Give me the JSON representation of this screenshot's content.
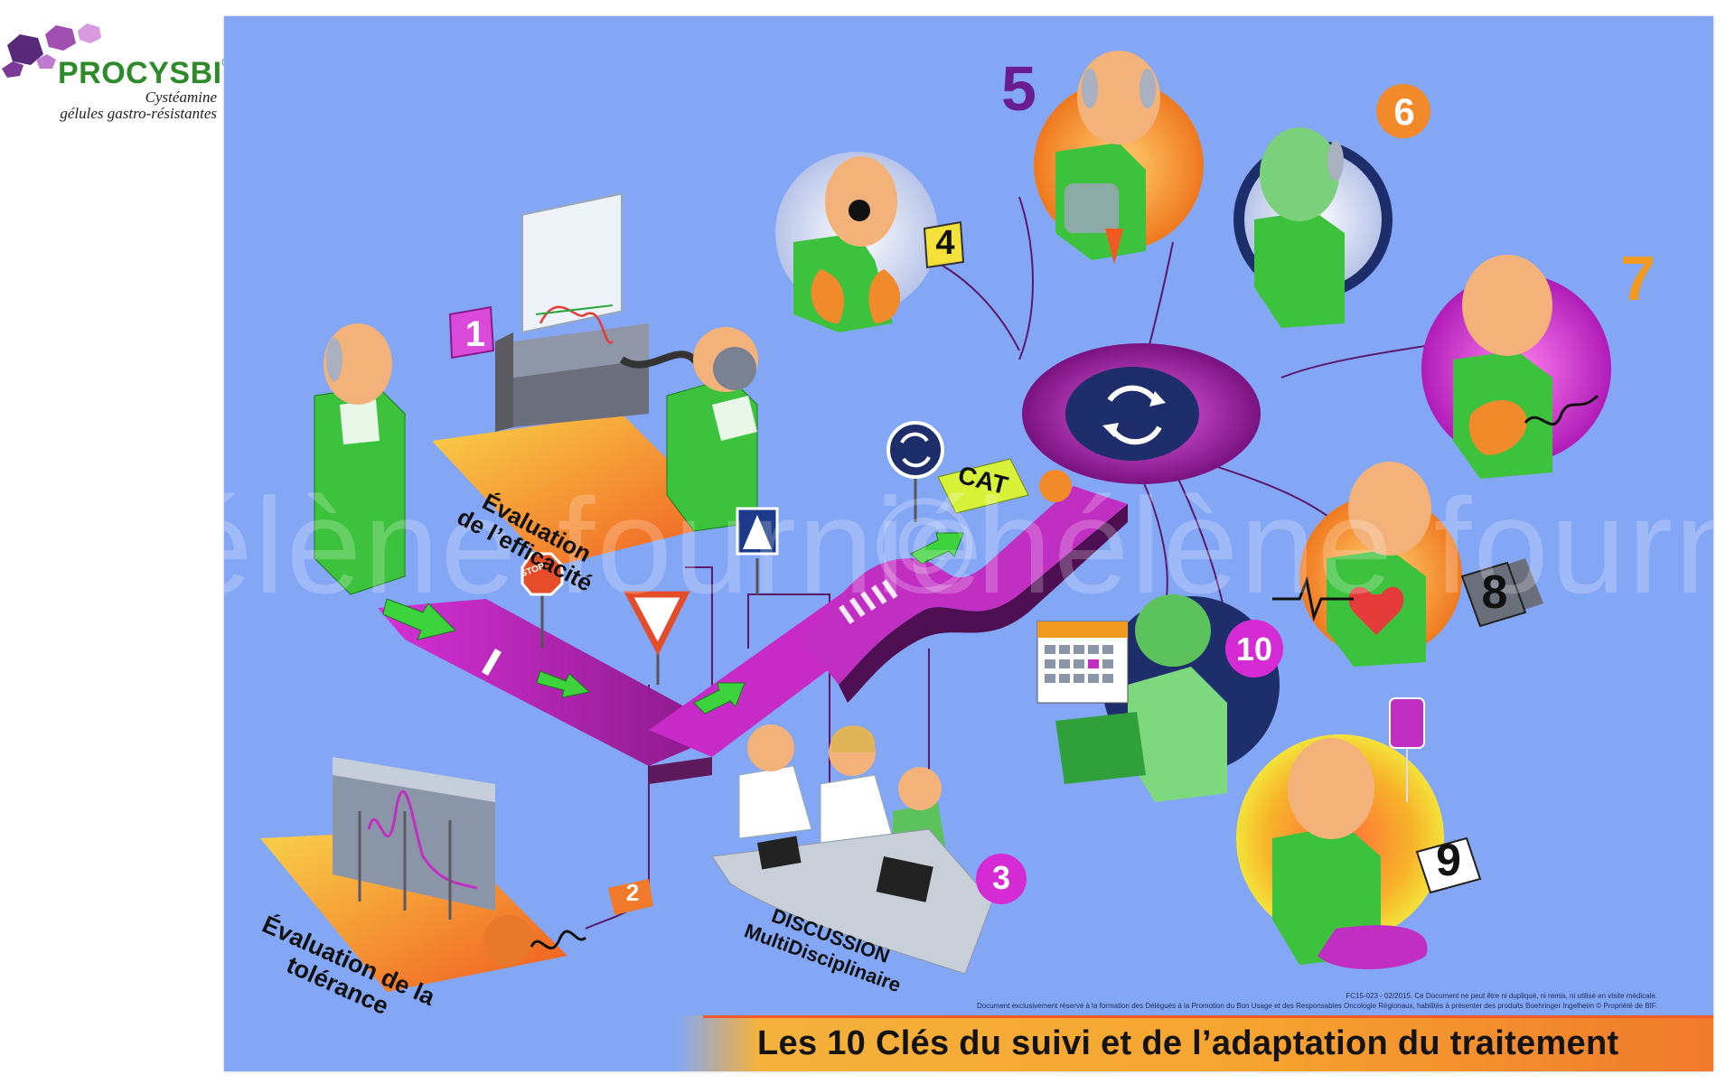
{
  "brand": {
    "name": "PROCYSBI",
    "registered": "®",
    "subtitle_line1": "Cystéamine",
    "subtitle_line2": "gélules gastro-résistantes",
    "colors": {
      "green": "#2f8a2b",
      "purple": "#6a2a85",
      "pink": "#d99be0"
    }
  },
  "poster": {
    "background": "#84a7f5",
    "watermark": "©hélène fournié",
    "title": "Les 10 Clés du suivi et de l’adaptation du traitement",
    "legal_line1": "FC15-023 - 02/2015. Ce Document ne peut être ni dupliqué, ni remis, ni utilisé en visite médicale.",
    "legal_line2": "Document exclusivement réservé à la formation des Délégués à la Promotion du Bon Usage et des Responsables Oncologie Régionaux, habilités à présenter des produits Boehringer Ingelheim © Propriété de BIF."
  },
  "labels": {
    "efficacy_line1": "Évaluation",
    "efficacy_line2": "de l’efficacité",
    "tolerance_line1": "Évaluation de la",
    "tolerance_line2": "tolérance",
    "discussion_line1": "DISCUSSION",
    "discussion_line2": "MultiDisciplinaire",
    "cat_sign": "CAT",
    "stop_sign": "STOP",
    "question_mark": "?"
  },
  "keys": {
    "k1": "1",
    "k2": "2",
    "k3": "3",
    "k4": "4",
    "k5": "5",
    "k6": "6",
    "k7": "7",
    "k8": "8",
    "k9": "9",
    "k10": "10"
  },
  "icons": [
    "roundabout-icon",
    "stop-sign-icon",
    "yield-sign-icon",
    "pedestrian-crossing-icon",
    "calendar-icon",
    "heart-icon",
    "ecg-icon",
    "liver-icon",
    "iv-bag-icon",
    "laptop-icon"
  ],
  "colors": {
    "road": "#c026c6",
    "road_dark": "#5c1a5c",
    "shirt_green": "#3cc23c",
    "skin": "#f3b27a",
    "orange": "#f29a1f",
    "navy": "#1d2e6b"
  }
}
